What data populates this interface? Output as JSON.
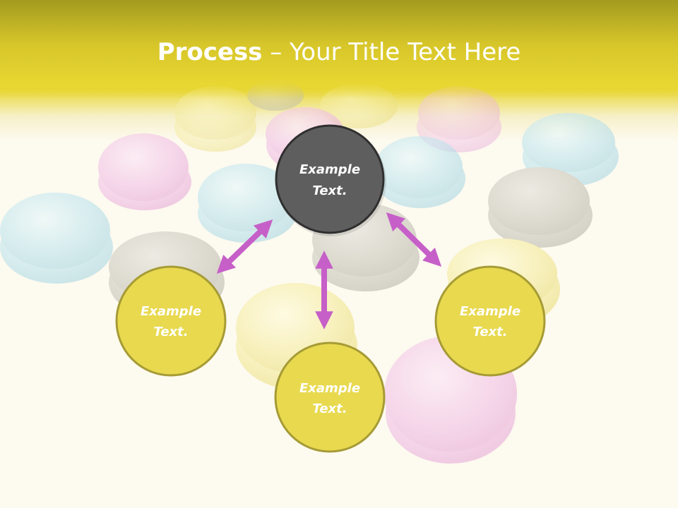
{
  "slide": {
    "title_bold": "Process",
    "title_rest": " – Your Title Text Here"
  },
  "nodes": {
    "center": {
      "line1": "Example",
      "line2": "Text."
    },
    "left": {
      "line1": "Example",
      "line2": "Text."
    },
    "bottom": {
      "line1": "Example",
      "line2": "Text."
    },
    "right": {
      "line1": "Example",
      "line2": "Text."
    }
  },
  "colors": {
    "header": "#d7c62a",
    "center_node": "#5e5e5e",
    "outer_node": "#e8d94f",
    "outer_border": "#a69b35",
    "arrow": "#c65fc8"
  }
}
